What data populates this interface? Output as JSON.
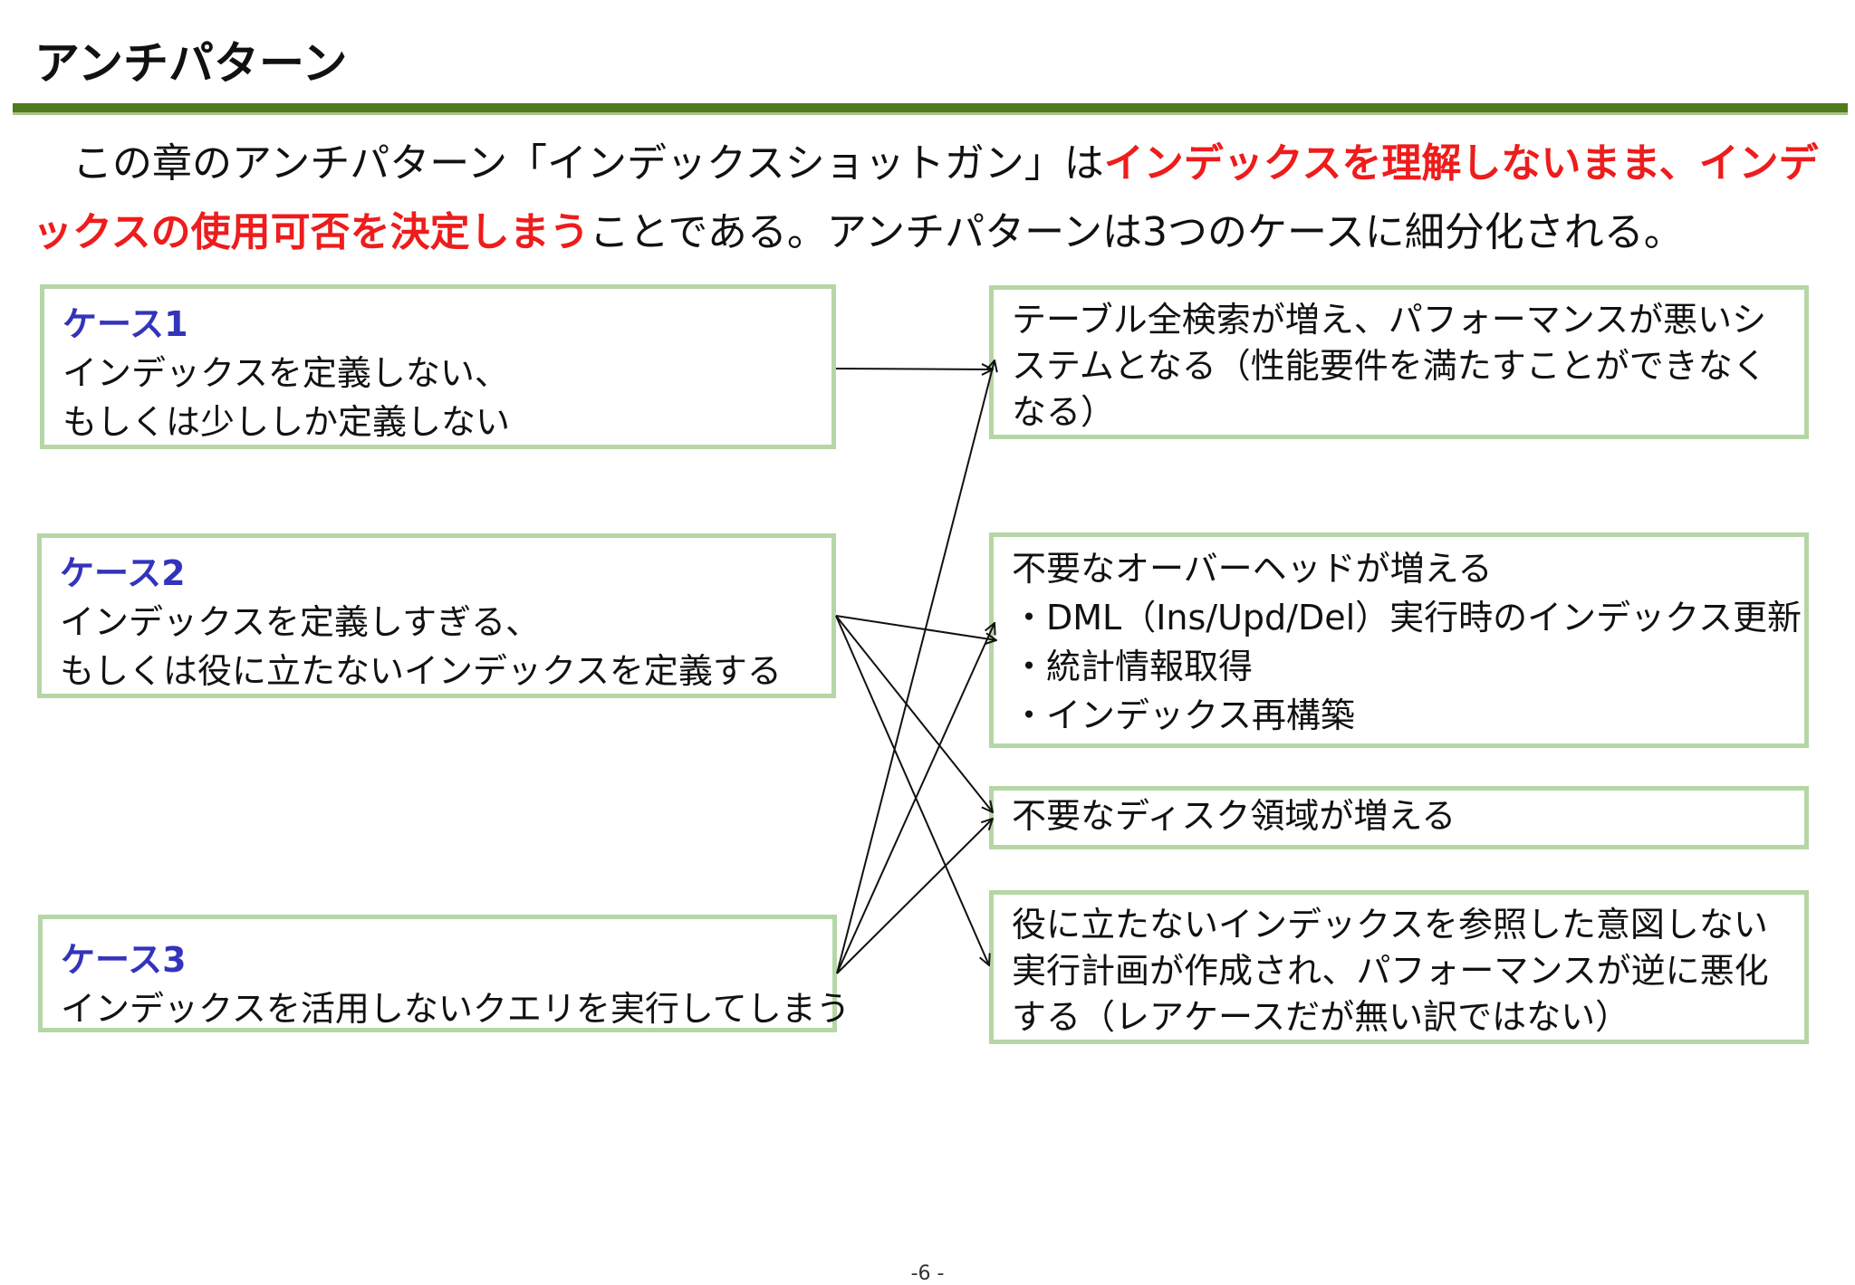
{
  "title": "アンチパターン",
  "intro": {
    "part1": "　この章のアンチパターン「インデックスショットガン」は",
    "emphasis1": "インデックスを理解しないまま、インデックスの使用可否を決定しまう",
    "part2": "ことである。アンチパターンは3つのケースに細分化される。"
  },
  "cases": [
    {
      "heading": "ケース1",
      "lines": [
        "インデックスを定義しない、",
        "もしくは少ししか定義しない"
      ]
    },
    {
      "heading": "ケース2",
      "lines": [
        "インデックスを定義しすぎる、",
        "もしくは役に立たないインデックスを定義する"
      ]
    },
    {
      "heading": "ケース3",
      "lines": [
        "インデックスを活用しないクエリを実行してしまう"
      ]
    }
  ],
  "effects": [
    {
      "text": "テーブル全検索が増え、パフォーマンスが悪いシステムとなる（性能要件を満たすことができなくなる）"
    },
    {
      "lines": [
        "不要なオーバーヘッドが増える",
        "・DML（Ins/Upd/Del）実行時のインデックス更新",
        "・統計情報取得",
        "・インデックス再構築"
      ]
    },
    {
      "text": "不要なディスク領域が増える"
    },
    {
      "text": "役に立たないインデックスを参照した意図しない実行計画が作成され、パフォーマンスが逆に悪化する（レアケースだが無い訳ではない）"
    }
  ],
  "links": [
    {
      "from": "ケース1",
      "to": "effect-1"
    },
    {
      "from": "ケース2",
      "to": "effect-2"
    },
    {
      "from": "ケース2",
      "to": "effect-3"
    },
    {
      "from": "ケース2",
      "to": "effect-4"
    },
    {
      "from": "ケース3",
      "to": "effect-1"
    },
    {
      "from": "ケース3",
      "to": "effect-2"
    },
    {
      "from": "ケース3",
      "to": "effect-3"
    }
  ],
  "colors": {
    "accent_rule": "#4f7a1e",
    "box_border": "#b5d6a5",
    "case_heading": "#3333bb",
    "emphasis": "#ee1c1c"
  },
  "page_number": "-6 -"
}
